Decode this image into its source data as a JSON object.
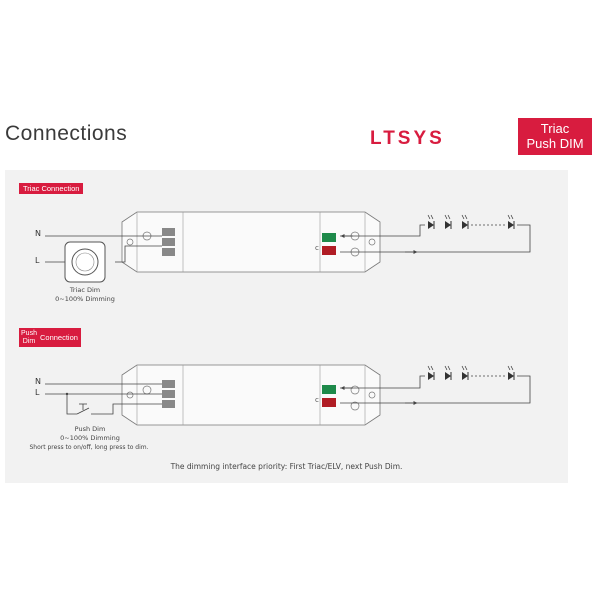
{
  "header": {
    "title": "Connections",
    "brand": "LTSYS",
    "badge_line1": "Triac",
    "badge_line2": "Push DIM"
  },
  "triac_section": {
    "tag": "Triac Connection",
    "wire_n": "N",
    "wire_l": "L",
    "device_name": "Triac Dim",
    "device_range": "0~100% Dimming"
  },
  "push_section": {
    "tag_word1": "Push",
    "tag_word2": "Dim",
    "tag_word3": "Connection",
    "wire_n": "N",
    "wire_l": "L",
    "device_name": "Push Dim",
    "device_range": "0~100% Dimming",
    "device_note": "Short press to on/off, long press to dim."
  },
  "footer": {
    "note": "The dimming interface priority: First Triac/ELV, next Push Dim."
  },
  "colors": {
    "brand_red": "#d81c3f",
    "terminal_green": "#1e8a4a",
    "terminal_red": "#b01c24",
    "panel_bg": "#f2f2f2"
  }
}
